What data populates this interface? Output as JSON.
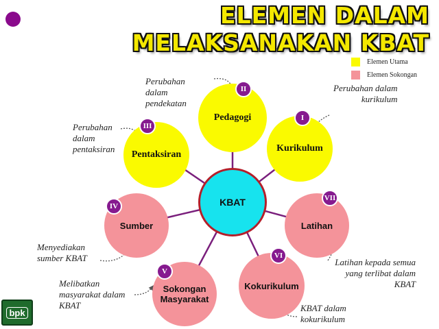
{
  "title": {
    "line1": "ELEMEN DALAM",
    "line2": "MELAKSANAKAN KBAT"
  },
  "legend": {
    "utama": "Elemen Utama",
    "sokongan": "Elemen Sokongan"
  },
  "colors": {
    "utama": "#fafa00",
    "sokongan": "#f4939a",
    "hub": "#17e3ee",
    "badge": "#861a8f",
    "connector": "#7a1f7c"
  },
  "hub": {
    "label": "KBAT"
  },
  "nodes": {
    "pedagogi": {
      "label": "Pedagogi",
      "badge": "II",
      "annotation": "Perubahan\ndalam\npendekatan"
    },
    "kurikulum": {
      "label": "Kurikulum",
      "badge": "I",
      "annotation": "Perubahan dalam\nkurikulum"
    },
    "pentaksiran": {
      "label": "Pentaksiran",
      "badge": "III",
      "annotation": "Perubahan\ndalam\npentaksiran"
    },
    "sumber": {
      "label": "Sumber",
      "badge": "IV",
      "annotation": "Menyediakan\nsumber KBAT"
    },
    "latihan": {
      "label": "Latihan",
      "badge": "VII",
      "annotation": "Latihan kepada semua\nyang terlibat dalam\nKBAT"
    },
    "sokongan": {
      "label": "Sokongan\nMasyarakat",
      "badge": "V",
      "annotation": "Melibatkan\nmasyarakat dalam\nKBAT"
    },
    "kokurikulum": {
      "label": "Kokurikulum",
      "badge": "VI",
      "annotation": "KBAT dalam\nkokurikulum"
    }
  },
  "logo": {
    "text": "bpk"
  }
}
